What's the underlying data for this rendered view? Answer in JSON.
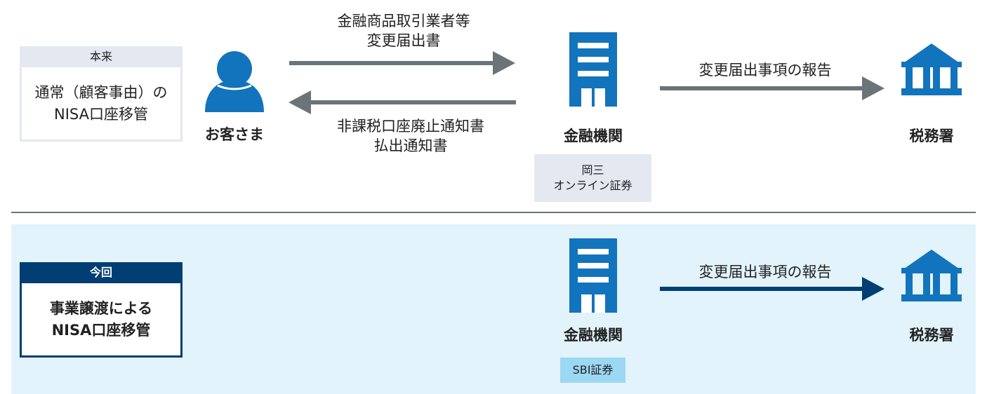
{
  "colors": {
    "icon_blue": "#1274BC",
    "arrow_gray": "#6B7478",
    "arrow_navy": "#003E73",
    "bg_current": "#E2F3FB",
    "tag_gray": "#E3E8F1",
    "tag_sky": "#9CD8F4"
  },
  "usual": {
    "badge": "本来",
    "title": "通常（顧客事由）の\nNISA口座移管",
    "customer_label": "お客さま",
    "arrow_to_institution_label": "金融商品取引業者等\n変更届出書",
    "arrow_to_customer_label": "非課税口座廃止通知書\n払出通知書",
    "institution_label": "金融機関",
    "institution_name": "岡三\nオンライン証券",
    "report_label": "変更届出事項の報告",
    "tax_office_label": "税務署"
  },
  "current": {
    "badge": "今回",
    "title": "事業譲渡による\nNISA口座移管",
    "institution_label": "金融機関",
    "institution_name": "SBI証券",
    "report_label": "変更届出事項の報告",
    "tax_office_label": "税務署"
  }
}
